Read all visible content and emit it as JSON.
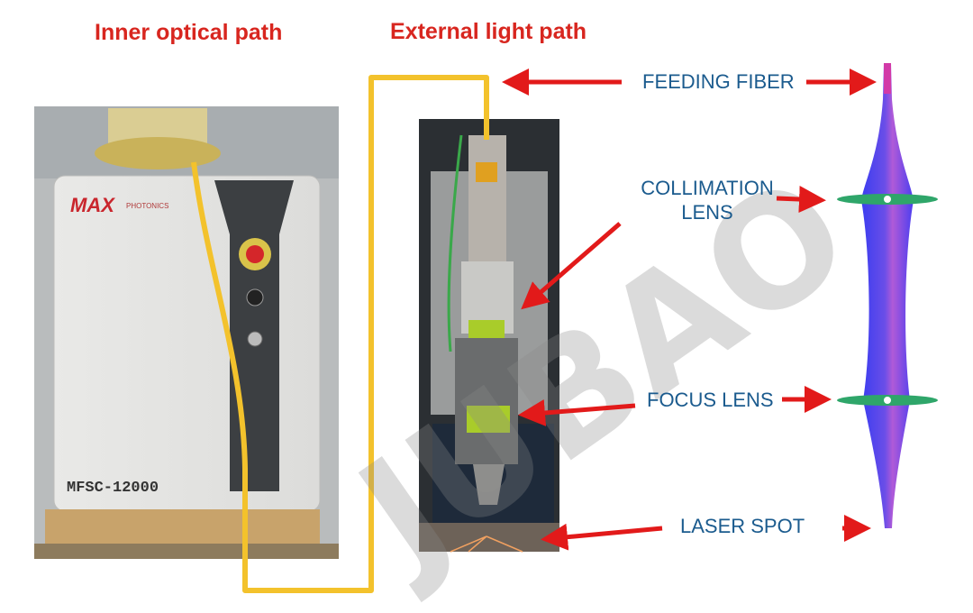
{
  "titles": {
    "inner": "Inner optical path",
    "external": "External light path"
  },
  "machine": {
    "brand": "MAX",
    "brand_sub": "PHOTONICS",
    "model": "MFSC-12000"
  },
  "labels": {
    "feeding_fiber": "FEEDING FIBER",
    "collimation_line1": "COLLIMATION",
    "collimation_line2": "LENS",
    "focus_lens": "FOCUS LENS",
    "laser_spot": "LASER SPOT"
  },
  "watermark": "JUBAO",
  "colors": {
    "title_red": "#d8261f",
    "label_blue": "#1b5b8e",
    "arrow_red": "#e21a1a",
    "fiber_yellow": "#f3c22c",
    "lens_green": "#2fa66a"
  }
}
